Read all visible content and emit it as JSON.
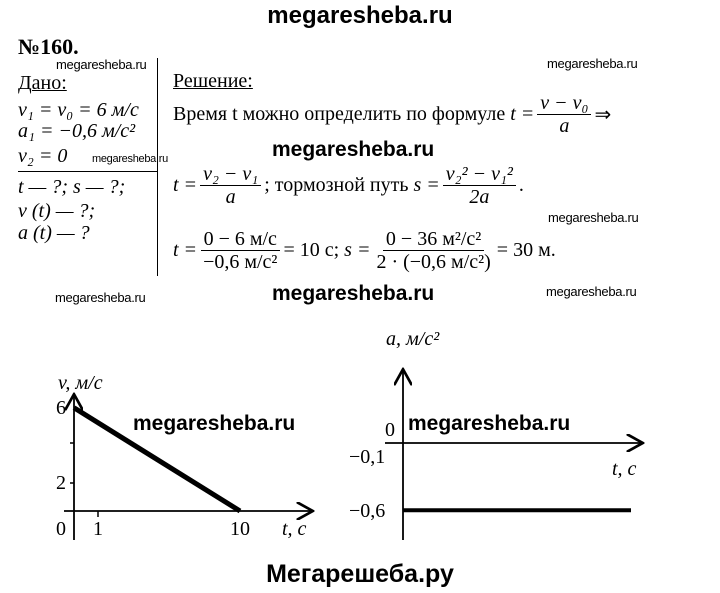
{
  "site_header": "megaresheba.ru",
  "footer": "Мегарешеба.ру",
  "watermark": "megaresheba.ru",
  "problem_number": "№160.",
  "given": {
    "label": "Дано:",
    "lines": [
      "v₁ = v₀ = 6 м/с",
      "a₁ = −0,6 м/с²",
      "v₂ = 0"
    ],
    "find": [
      "t — ?; s — ?;",
      "v (t) — ?;",
      "a (t) — ?"
    ]
  },
  "solution": {
    "label": "Решение:",
    "line1_text": "Время t можно определить по формуле",
    "f1_lhs": "t =",
    "f1_num": "v − v₀",
    "f1_den": "a",
    "implies": "⇒",
    "f2_lhs": "t =",
    "f2_num": "v₂ − v₁",
    "f2_den": "a",
    "mid_text": "; тормозной путь",
    "f3_lhs": "s =",
    "f3_num": "v₂² − v₁²",
    "f3_den": "2a",
    "dot": ".",
    "f4_lhs": "t =",
    "f4_num": "0 − 6 м/с",
    "f4_den": "−0,6 м/с²",
    "f4_res": "= 10 с;",
    "f5_lhs": "s =",
    "f5_num": "0 − 36 м²/с²",
    "f5_den": "2 · (−0,6 м/с²)",
    "f5_res": "= 30 м."
  },
  "chart_data": [
    {
      "type": "line",
      "ylabel": "v, м/с",
      "xlabel": "t, с",
      "x": [
        0,
        10
      ],
      "y": [
        6,
        0
      ],
      "yticks": [
        "6",
        "2"
      ],
      "xticks": [
        "0",
        "1",
        "10"
      ]
    },
    {
      "type": "line",
      "ylabel": "a, м/с²",
      "xlabel": "t, с",
      "x": [
        0,
        12
      ],
      "y": [
        -0.6,
        -0.6
      ],
      "yticks": [
        "0",
        "−0,1",
        "−0,6"
      ]
    }
  ]
}
